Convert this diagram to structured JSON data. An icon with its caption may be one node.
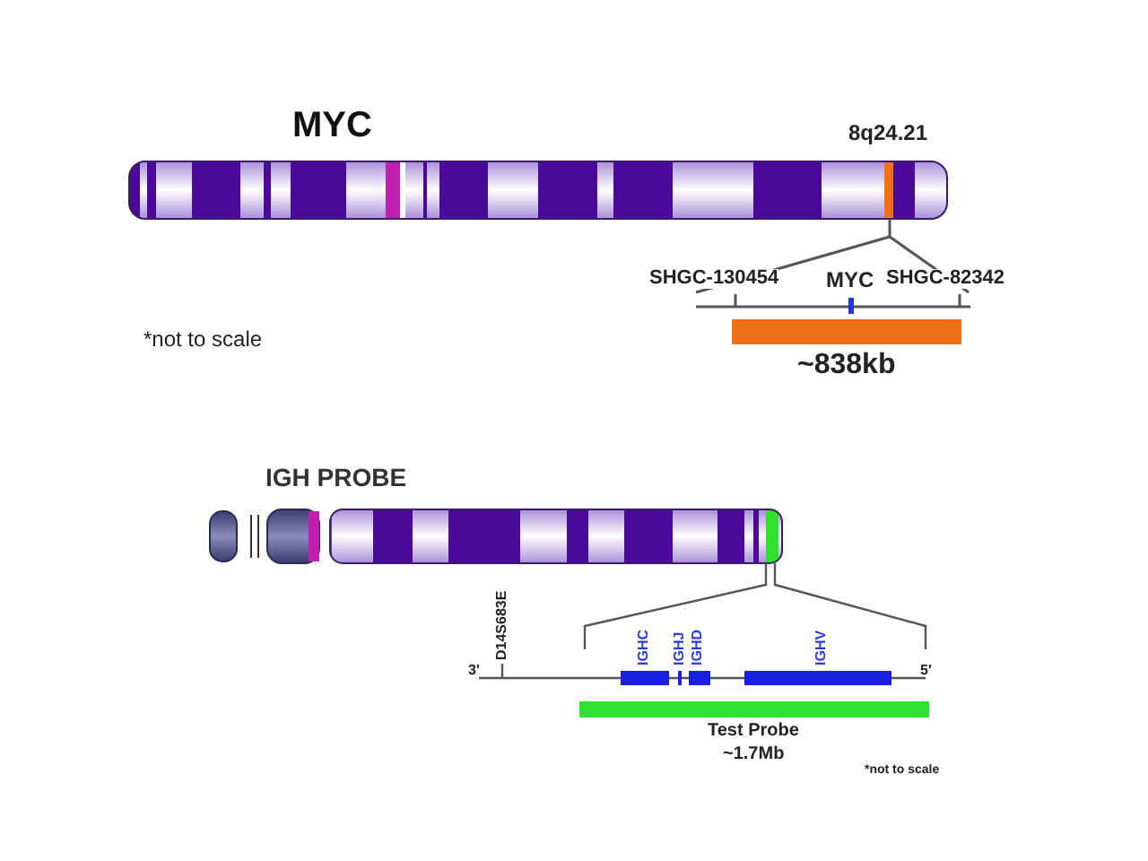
{
  "diagram": {
    "labels": [
      "MYC",
      "8q24.21",
      "SHGC-130454",
      "MYC",
      "SHGC-82342",
      "*not to scale",
      "~838kb",
      "IGH PROBE",
      "D14S683E",
      "3'",
      "IGHC",
      "IGHJ",
      "IGHD",
      "IGHV",
      "5'",
      "Test Probe",
      "~1.7Mb",
      "*not to scale"
    ]
  }
}
